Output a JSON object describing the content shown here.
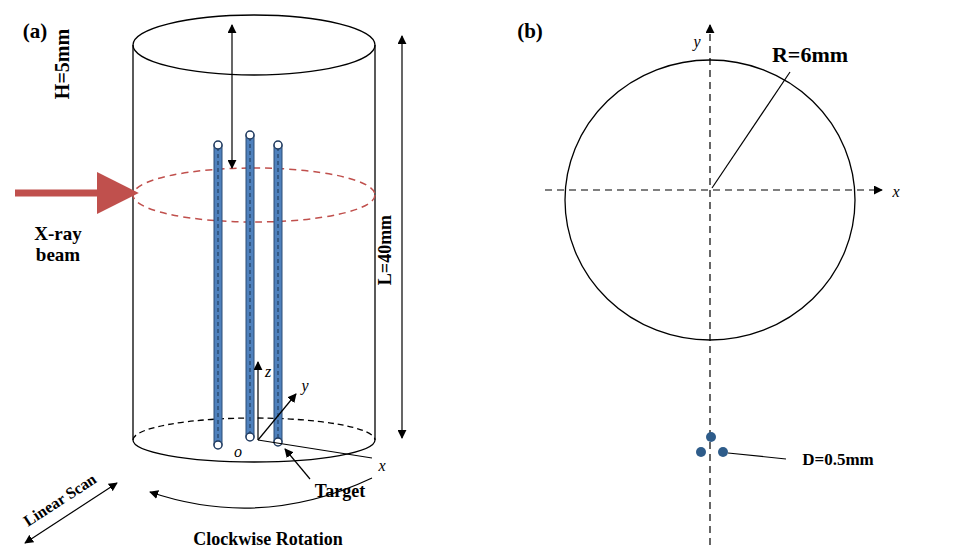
{
  "diagram": {
    "labels": [
      "(a)",
      "(b)",
      "H=5mm",
      "X-ray beam",
      "L=40mm",
      "z",
      "y",
      "o",
      "x",
      "Linear Scan",
      "Target",
      "Clockwise Rotation",
      "R=6mm",
      "y",
      "x",
      "D=0.5mm"
    ]
  }
}
